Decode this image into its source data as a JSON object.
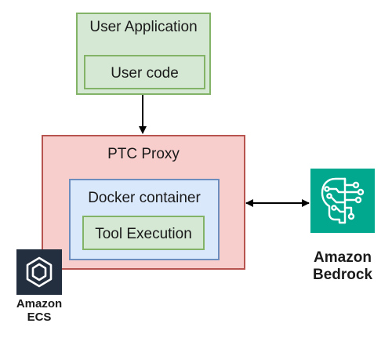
{
  "diagram": {
    "user_application": {
      "label": "User Application",
      "inner": {
        "label": "User code"
      }
    },
    "ptc_proxy": {
      "label": "PTC Proxy",
      "docker_container": {
        "label": "Docker container",
        "inner": {
          "label": "Tool Execution"
        }
      }
    },
    "ecs": {
      "name_line1": "Amazon",
      "name_line2": "ECS"
    },
    "bedrock": {
      "name_line1": "Amazon",
      "name_line2": "Bedrock"
    }
  },
  "colors": {
    "green_fill": "#d5e8d4",
    "green_stroke": "#82b366",
    "red_fill": "#f8cecc",
    "red_stroke": "#b85450",
    "blue_fill": "#dae8fc",
    "blue_stroke": "#6c8ebf",
    "ecs_bg": "#232f3e",
    "bedrock_bg": "#01a88d"
  }
}
